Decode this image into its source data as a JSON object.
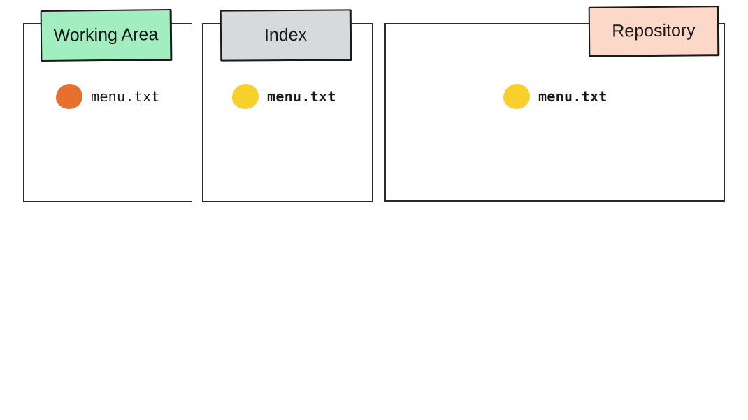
{
  "areas": [
    {
      "label": "Working Area",
      "tag_color": "#a3eec0",
      "file": {
        "name": "menu.txt",
        "status_color": "#e8702e"
      }
    },
    {
      "label": "Index",
      "tag_color": "#d7dadd",
      "file": {
        "name": "menu.txt",
        "status_color": "#f7d02c"
      }
    },
    {
      "label": "Repository",
      "tag_color": "#fcd8c8",
      "file": {
        "name": "menu.txt",
        "status_color": "#f7d02c"
      }
    }
  ]
}
